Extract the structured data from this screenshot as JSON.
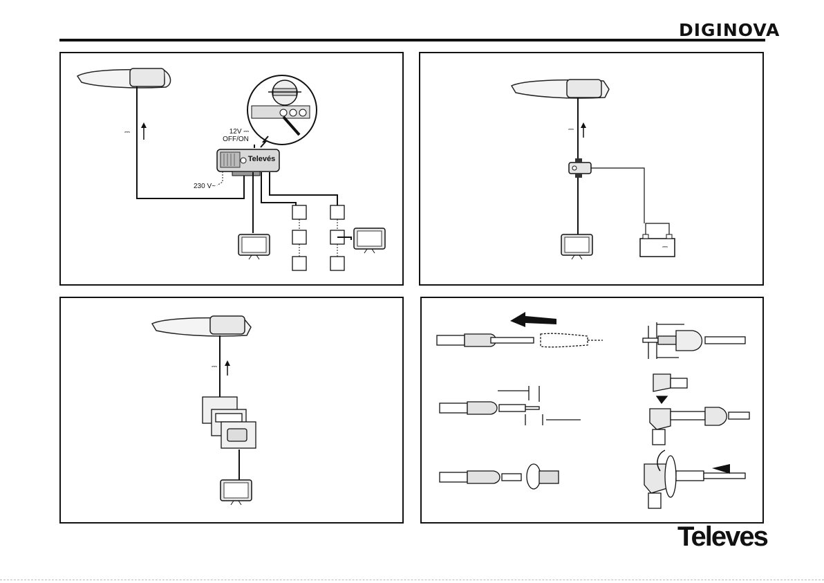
{
  "header": {
    "logo_top": "DIGINOVA",
    "logo_bottom": "Televes"
  },
  "panel1": {
    "power_label_line1": "12V ⎓",
    "power_label_line2": "OFF/ON",
    "mains_label": "230 V~",
    "amp_brand": "Televés",
    "dc_symbol": "⎓"
  },
  "panel2": {
    "dc_symbol": "⎓",
    "battery_symbol": "⎓"
  },
  "panel3": {
    "dc_symbol": "⎓"
  }
}
